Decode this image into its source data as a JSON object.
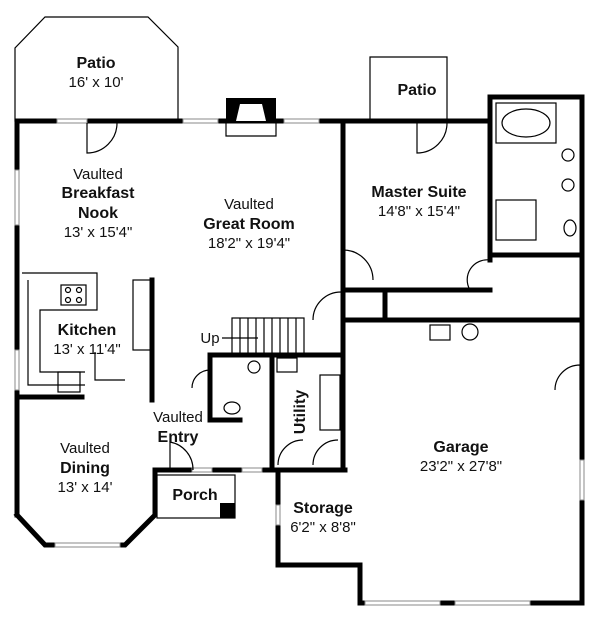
{
  "rooms": {
    "patio_left": {
      "name": "Patio",
      "size": "16' x 10'"
    },
    "patio_right": {
      "name": "Patio"
    },
    "breakfast_nook": {
      "prefix": "Vaulted",
      "name_line1": "Breakfast",
      "name_line2": "Nook",
      "size": "13' x 15'4\""
    },
    "great_room": {
      "prefix": "Vaulted",
      "name": "Great Room",
      "size": "18'2\" x 19'4\""
    },
    "master_suite": {
      "name": "Master Suite",
      "size": "14'8\" x 15'4\""
    },
    "kitchen": {
      "name": "Kitchen",
      "size": "13' x 11'4\""
    },
    "entry": {
      "prefix": "Vaulted",
      "name": "Entry"
    },
    "dining": {
      "prefix": "Vaulted",
      "name": "Dining",
      "size": "13' x 14'"
    },
    "porch": {
      "name": "Porch"
    },
    "utility": {
      "name": "Utility"
    },
    "garage": {
      "name": "Garage",
      "size": "23'2\" x 27'8\""
    },
    "storage": {
      "name": "Storage",
      "size": "6'2\" x 8'8\""
    }
  },
  "stairs": {
    "label": "Up"
  }
}
